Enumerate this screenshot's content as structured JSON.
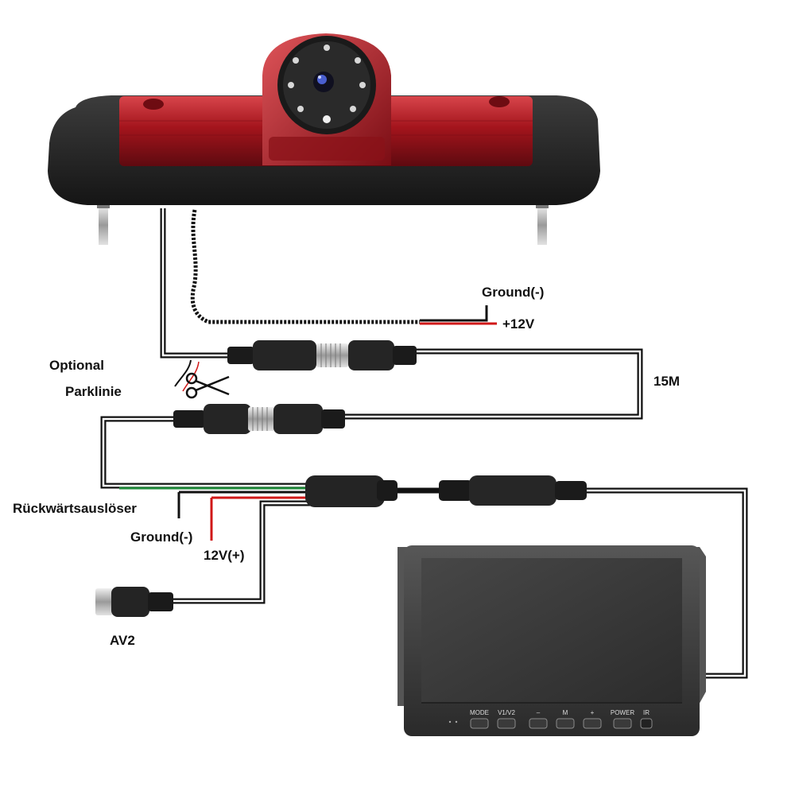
{
  "labels": {
    "ground_top": "Ground(-)",
    "plus12v": "+12V",
    "optional": "Optional",
    "parklinie": "Parklinie",
    "length": "15M",
    "reverse_trigger": "Rückwärtsauslöser",
    "ground_bottom": "Ground(-)",
    "v12_plus": "12V(+)",
    "av2": "AV2"
  },
  "monitor": {
    "buttons": [
      "MODE",
      "V1/V2",
      "–",
      "M",
      "+",
      "POWER"
    ],
    "ir": "IR"
  },
  "colors": {
    "cable": "#111111",
    "red_wire": "#d01818",
    "green_wire": "#1f8a3a",
    "lamp_red": "#a3141c",
    "housing": "#2a2a2a",
    "screen": "#3b3b3b"
  },
  "icons": [
    "scissors-icon"
  ]
}
